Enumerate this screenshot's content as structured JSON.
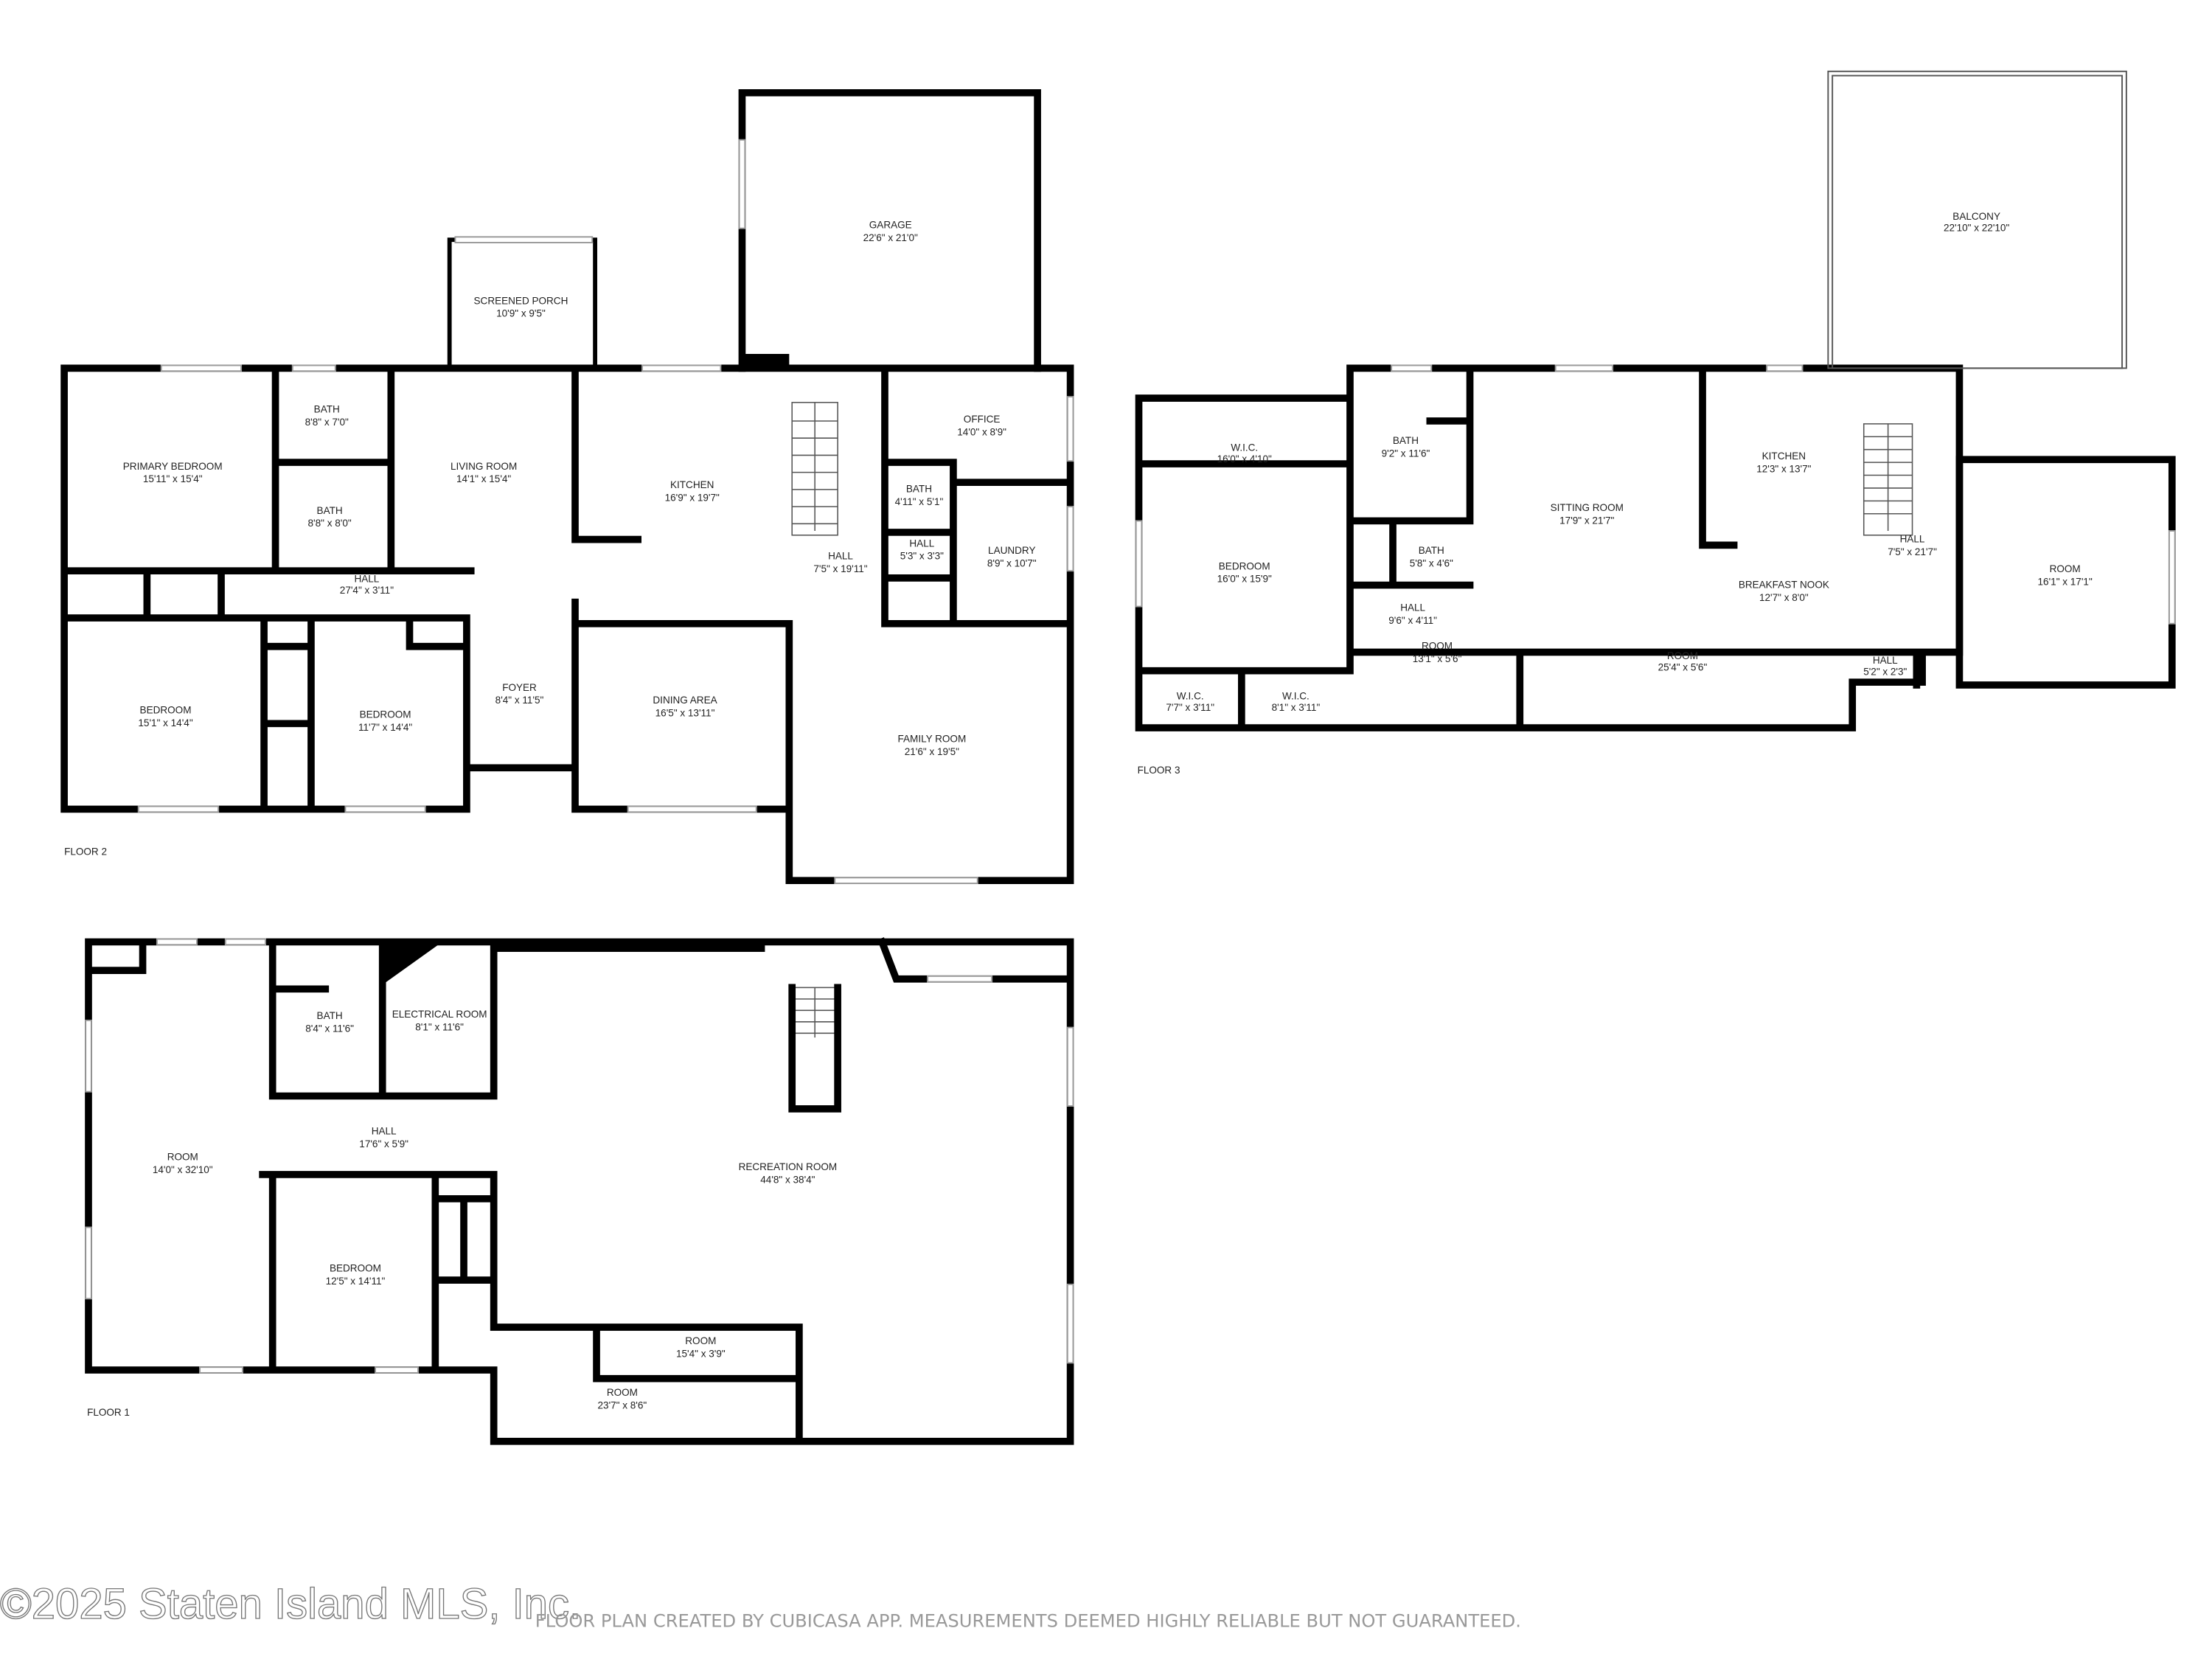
{
  "floor2": {
    "label": "FLOOR 2",
    "rooms": [
      {
        "name": "GARAGE",
        "dims": "22'6\" x 21'0\""
      },
      {
        "name": "SCREENED PORCH",
        "dims": "10'9\" x 9'5\""
      },
      {
        "name": "PRIMARY BEDROOM",
        "dims": "15'11\" x 15'4\""
      },
      {
        "name": "BATH",
        "dims": "8'8\" x 7'0\""
      },
      {
        "name": "BATH",
        "dims": "8'8\" x 8'0\""
      },
      {
        "name": "LIVING ROOM",
        "dims": "14'1\" x 15'4\""
      },
      {
        "name": "KITCHEN",
        "dims": "16'9\" x 19'7\""
      },
      {
        "name": "HALL",
        "dims": "27'4\" x 3'11\""
      },
      {
        "name": "BEDROOM",
        "dims": "15'1\" x 14'4\""
      },
      {
        "name": "BEDROOM",
        "dims": "11'7\" x 14'4\""
      },
      {
        "name": "FOYER",
        "dims": "8'4\" x 11'5\""
      },
      {
        "name": "DINING AREA",
        "dims": "16'5\" x 13'11\""
      },
      {
        "name": "HALL",
        "dims": "7'5\" x 19'11\""
      },
      {
        "name": "OFFICE",
        "dims": "14'0\" x 8'9\""
      },
      {
        "name": "BATH",
        "dims": "4'11\" x 5'1\""
      },
      {
        "name": "HALL",
        "dims": "5'3\" x 3'3\""
      },
      {
        "name": "LAUNDRY",
        "dims": "8'9\" x 10'7\""
      },
      {
        "name": "FAMILY ROOM",
        "dims": "21'6\" x 19'5\""
      }
    ]
  },
  "floor3": {
    "label": "FLOOR 3",
    "rooms": [
      {
        "name": "BALCONY",
        "dims": "22'10\" x 22'10\""
      },
      {
        "name": "W.I.C.",
        "dims": "16'0\" x 4'10\""
      },
      {
        "name": "BATH",
        "dims": "9'2\" x 11'6\""
      },
      {
        "name": "SITTING ROOM",
        "dims": "17'9\" x 21'7\""
      },
      {
        "name": "KITCHEN",
        "dims": "12'3\" x 13'7\""
      },
      {
        "name": "BEDROOM",
        "dims": "16'0\" x 15'9\""
      },
      {
        "name": "BATH",
        "dims": "5'8\" x 4'6\""
      },
      {
        "name": "HALL",
        "dims": "7'5\" x 21'7\""
      },
      {
        "name": "BREAKFAST NOOK",
        "dims": "12'7\" x 8'0\""
      },
      {
        "name": "ROOM",
        "dims": "16'1\" x 17'1\""
      },
      {
        "name": "HALL",
        "dims": "9'6\" x 4'11\""
      },
      {
        "name": "ROOM",
        "dims": "13'1\" x 5'6\""
      },
      {
        "name": "ROOM",
        "dims": "25'4\" x 5'6\""
      },
      {
        "name": "HALL",
        "dims": "5'2\" x 2'3\""
      },
      {
        "name": "W.I.C.",
        "dims": "7'7\" x 3'11\""
      },
      {
        "name": "W.I.C.",
        "dims": "8'1\" x 3'11\""
      }
    ]
  },
  "floor1": {
    "label": "FLOOR 1",
    "rooms": [
      {
        "name": "BATH",
        "dims": "8'4\" x 11'6\""
      },
      {
        "name": "ELECTRICAL ROOM",
        "dims": "8'1\" x 11'6\""
      },
      {
        "name": "HALL",
        "dims": "17'6\" x 5'9\""
      },
      {
        "name": "ROOM",
        "dims": "14'0\" x 32'10\""
      },
      {
        "name": "RECREATION ROOM",
        "dims": "44'8\" x 38'4\""
      },
      {
        "name": "BEDROOM",
        "dims": "12'5\" x 14'11\""
      },
      {
        "name": "ROOM",
        "dims": "15'4\" x 3'9\""
      },
      {
        "name": "ROOM",
        "dims": "23'7\" x 8'6\""
      }
    ]
  },
  "footer": {
    "copyright": "©2025 Staten Island MLS, Inc.",
    "disclaimer": "FLOOR PLAN CREATED BY CUBICASA APP. MEASUREMENTS DEEMED HIGHLY RELIABLE BUT NOT GUARANTEED."
  }
}
